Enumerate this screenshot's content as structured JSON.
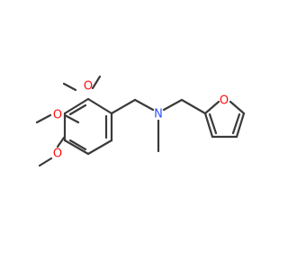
{
  "molecule": {
    "atoms": [
      {
        "id": "O1",
        "label": "O",
        "color": "#ff0d0d"
      },
      {
        "id": "O2",
        "label": "O",
        "color": "#ff0d0d"
      },
      {
        "id": "O3",
        "label": "O",
        "color": "#ff0d0d"
      },
      {
        "id": "N",
        "label": "N",
        "color": "#3050f8"
      },
      {
        "id": "O4",
        "label": "O",
        "color": "#ff0d0d"
      }
    ],
    "bond_color": "#3a3a3a"
  }
}
